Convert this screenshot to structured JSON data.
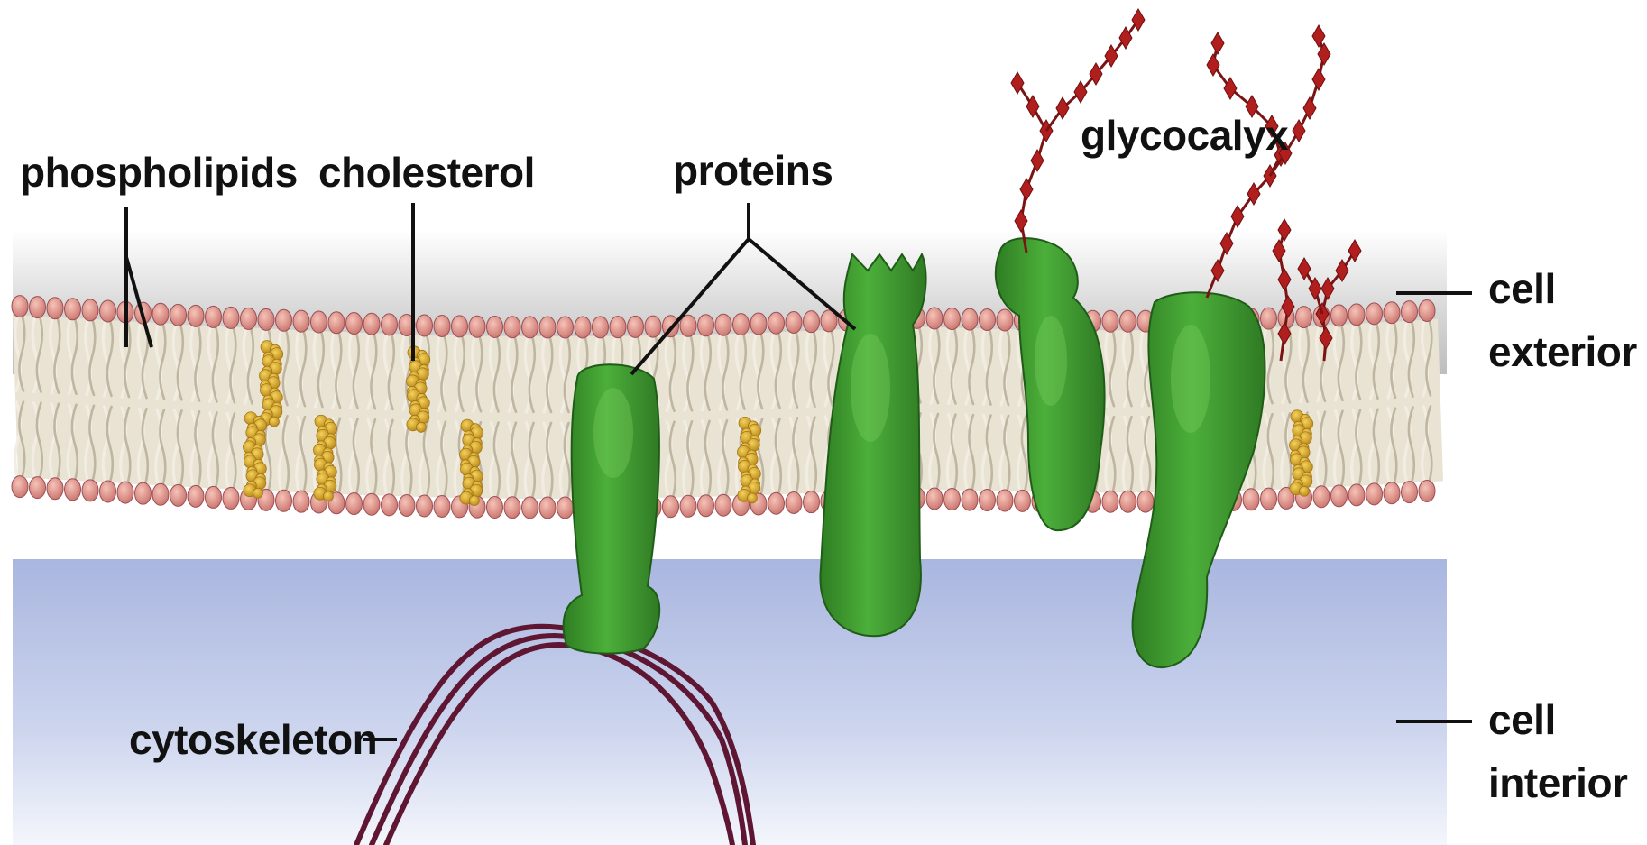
{
  "diagram": {
    "labels": {
      "phospholipids": "phospholipids",
      "cholesterol": "cholesterol",
      "proteins": "proteins",
      "glycocalyx": "glycocalyx",
      "cytoskeleton": "cytoskeleton",
      "cell_exterior_line1": "cell",
      "cell_exterior_line2": "exterior",
      "cell_interior_line1": "cell",
      "cell_interior_line2": "interior"
    },
    "colors": {
      "protein": "#3f9a2f",
      "cholesterol": "#d9a92a",
      "phospholipid_head": "#d98c86",
      "lipid_tail": "#f2ede2",
      "sugar_chain": "#b01e1e",
      "cytoskeleton": "#5e1632",
      "exterior_fluid": "#e6e6e6",
      "interior_fluid": "#b7c3e3"
    }
  }
}
